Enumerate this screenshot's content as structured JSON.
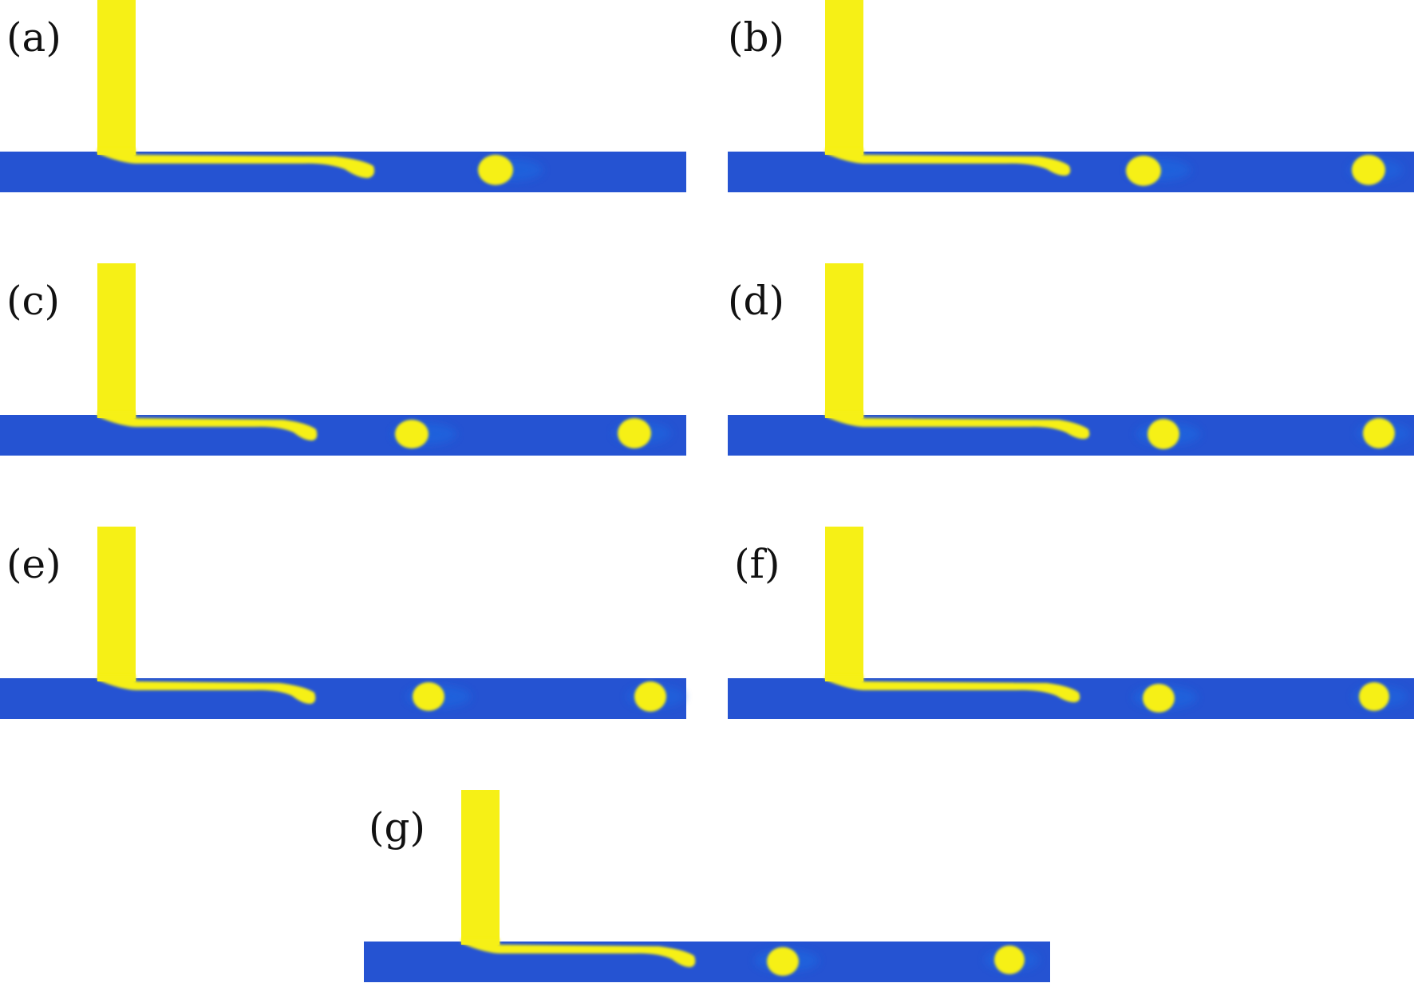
{
  "colors": {
    "channel_blue": "#2553d2",
    "channel_blue_dark": "#2b46c2",
    "fluid_yellow": "#f6f016",
    "wake_blue": "#1f66e0",
    "background": "#ffffff"
  },
  "panels": [
    {
      "id": "a",
      "label": "(a)",
      "droplet_count": 1
    },
    {
      "id": "b",
      "label": "(b)",
      "droplet_count": 2
    },
    {
      "id": "c",
      "label": "(c)",
      "droplet_count": 2
    },
    {
      "id": "d",
      "label": "(d)",
      "droplet_count": 2
    },
    {
      "id": "e",
      "label": "(e)",
      "droplet_count": 2
    },
    {
      "id": "f",
      "label": "(f)",
      "droplet_count": 2
    },
    {
      "id": "g",
      "label": "(g)",
      "droplet_count": 2
    }
  ]
}
